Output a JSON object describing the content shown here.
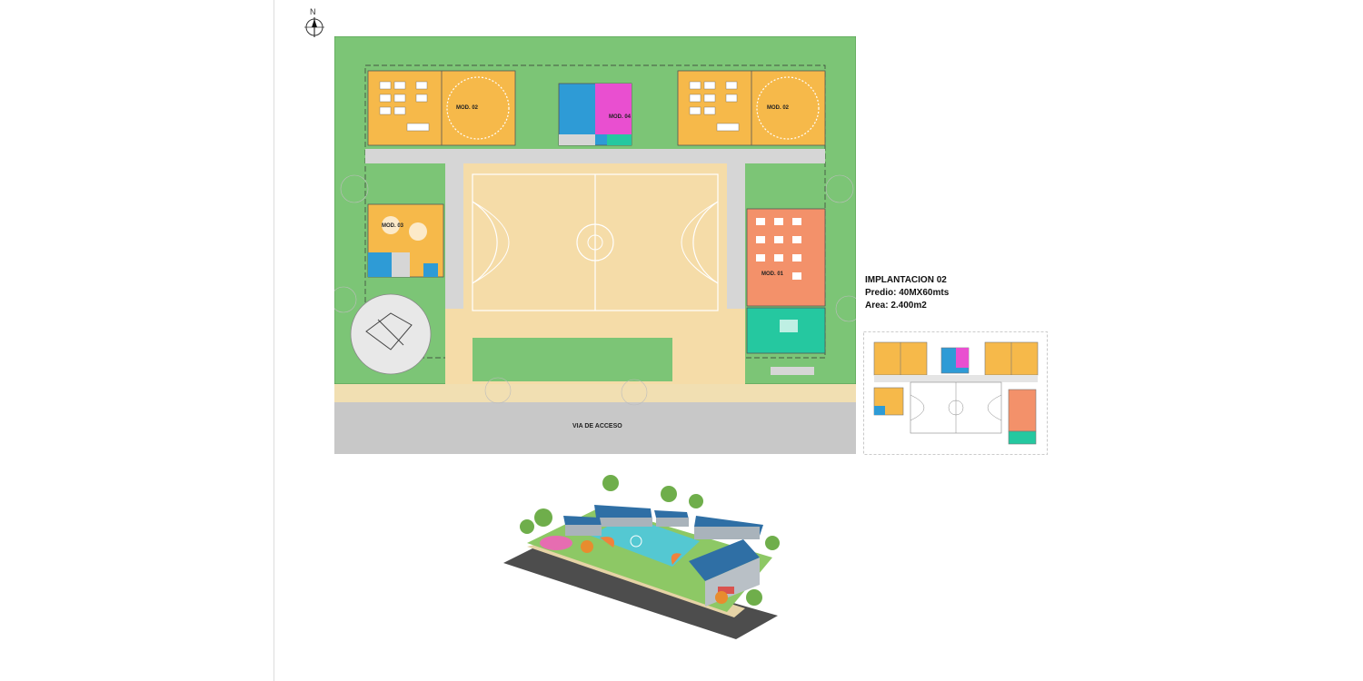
{
  "north": {
    "label": "N"
  },
  "plan": {
    "road_label": "VIA DE ACCESO",
    "modules": {
      "mod02_left": "MOD. 02",
      "mod04": "MOD. 04",
      "mod02_right": "MOD. 02",
      "mod03": "MOD. 03",
      "mod01": "MOD. 01"
    }
  },
  "info": {
    "title": "IMPLANTACION 02",
    "lot": "Predio: 40MX60mts",
    "area": "Area: 2.400m2"
  },
  "colors": {
    "grass": "#7cc576",
    "court": "#f5dca8",
    "module_yellow": "#f6b94a",
    "module_blue": "#2e9bd6",
    "module_magenta": "#e94fd0",
    "module_salmon": "#f3916a",
    "module_teal": "#25c8a0",
    "road": "#c8c8c8",
    "sidewalk": "#f1dfb2"
  },
  "icons": [
    "north-arrow-icon"
  ]
}
